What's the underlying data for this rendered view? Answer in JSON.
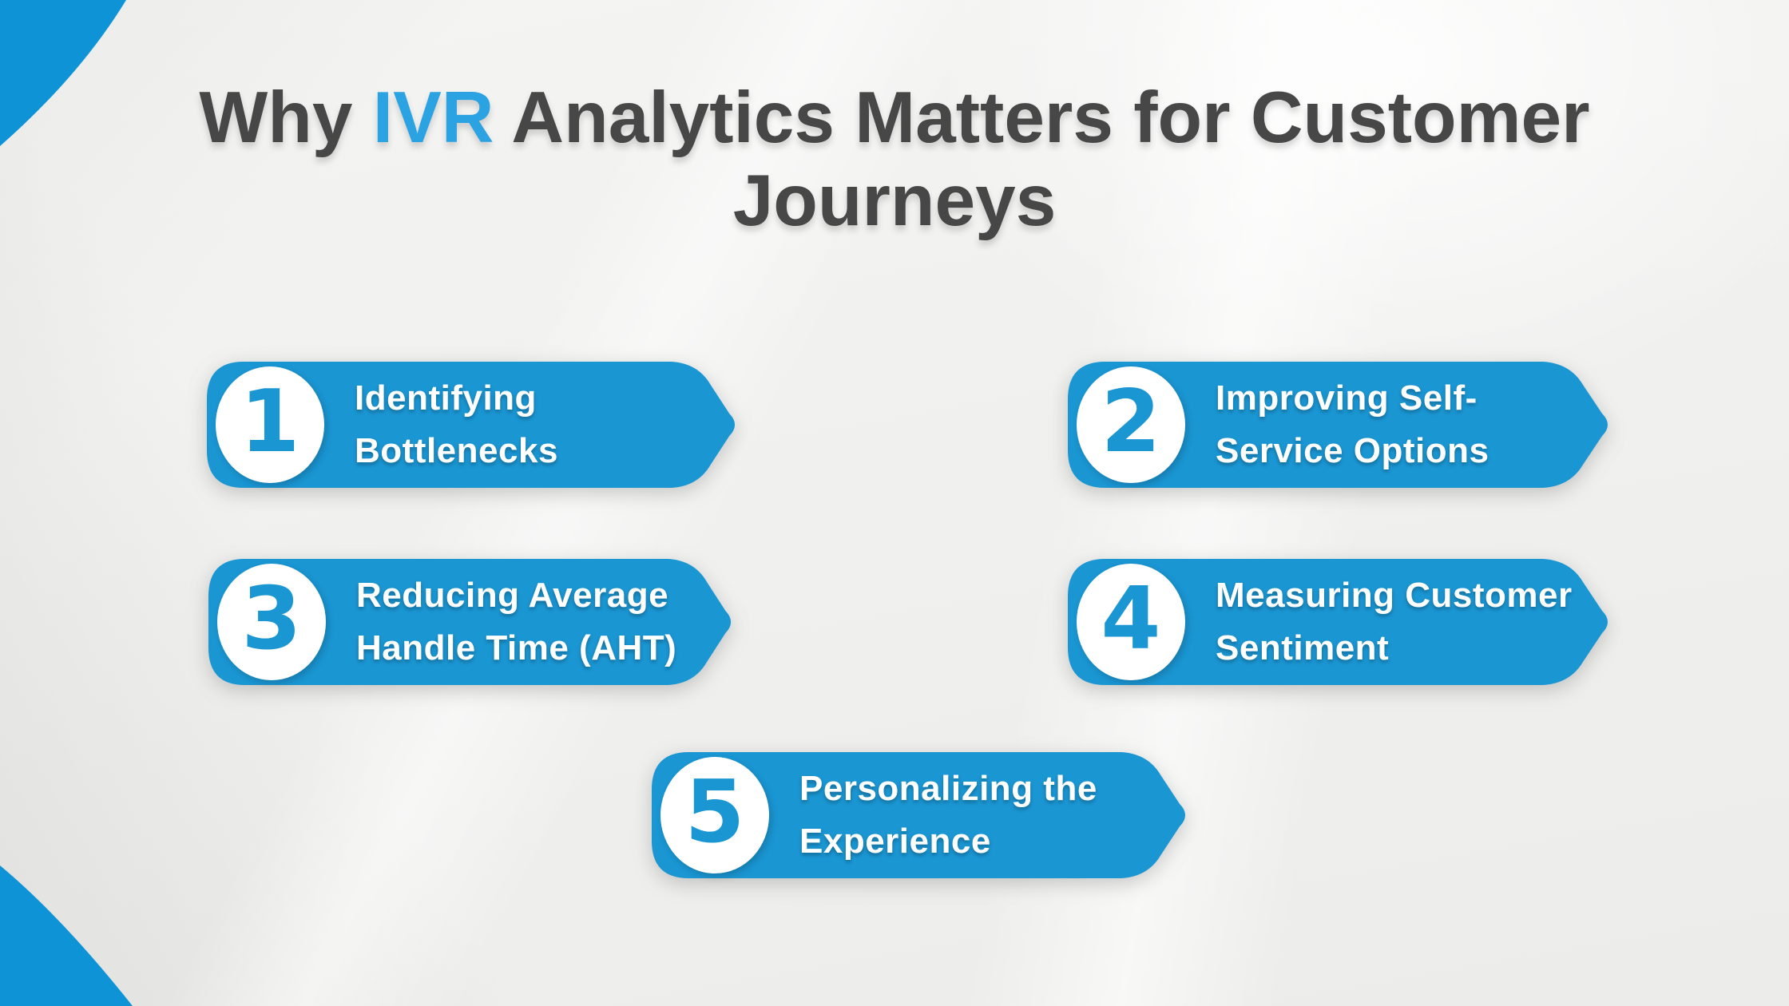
{
  "title": {
    "line1_prefix": "Why",
    "line1_highlight": "IVR",
    "line1_suffix": "Analytics Matters for Customer",
    "line2": "Journeys"
  },
  "items": [
    {
      "number": "1",
      "line1": "Identifying",
      "line2": "Bottlenecks"
    },
    {
      "number": "2",
      "line1": "Improving Self-",
      "line2": "Service Options"
    },
    {
      "number": "3",
      "line1": "Reducing Average",
      "line2": "Handle Time (AHT)"
    },
    {
      "number": "4",
      "line1": "Measuring Customer",
      "line2": "Sentiment"
    },
    {
      "number": "5",
      "line1": "Personalizing the",
      "line2": "Experience"
    }
  ],
  "colors": {
    "background": "#eeeeec",
    "pill_blue": "#1a96d3",
    "corner_blue": "#0f93d7",
    "title_highlight_blue": "#2ba2e2",
    "title_gray": "#474747",
    "label_white": "#ffffff"
  }
}
